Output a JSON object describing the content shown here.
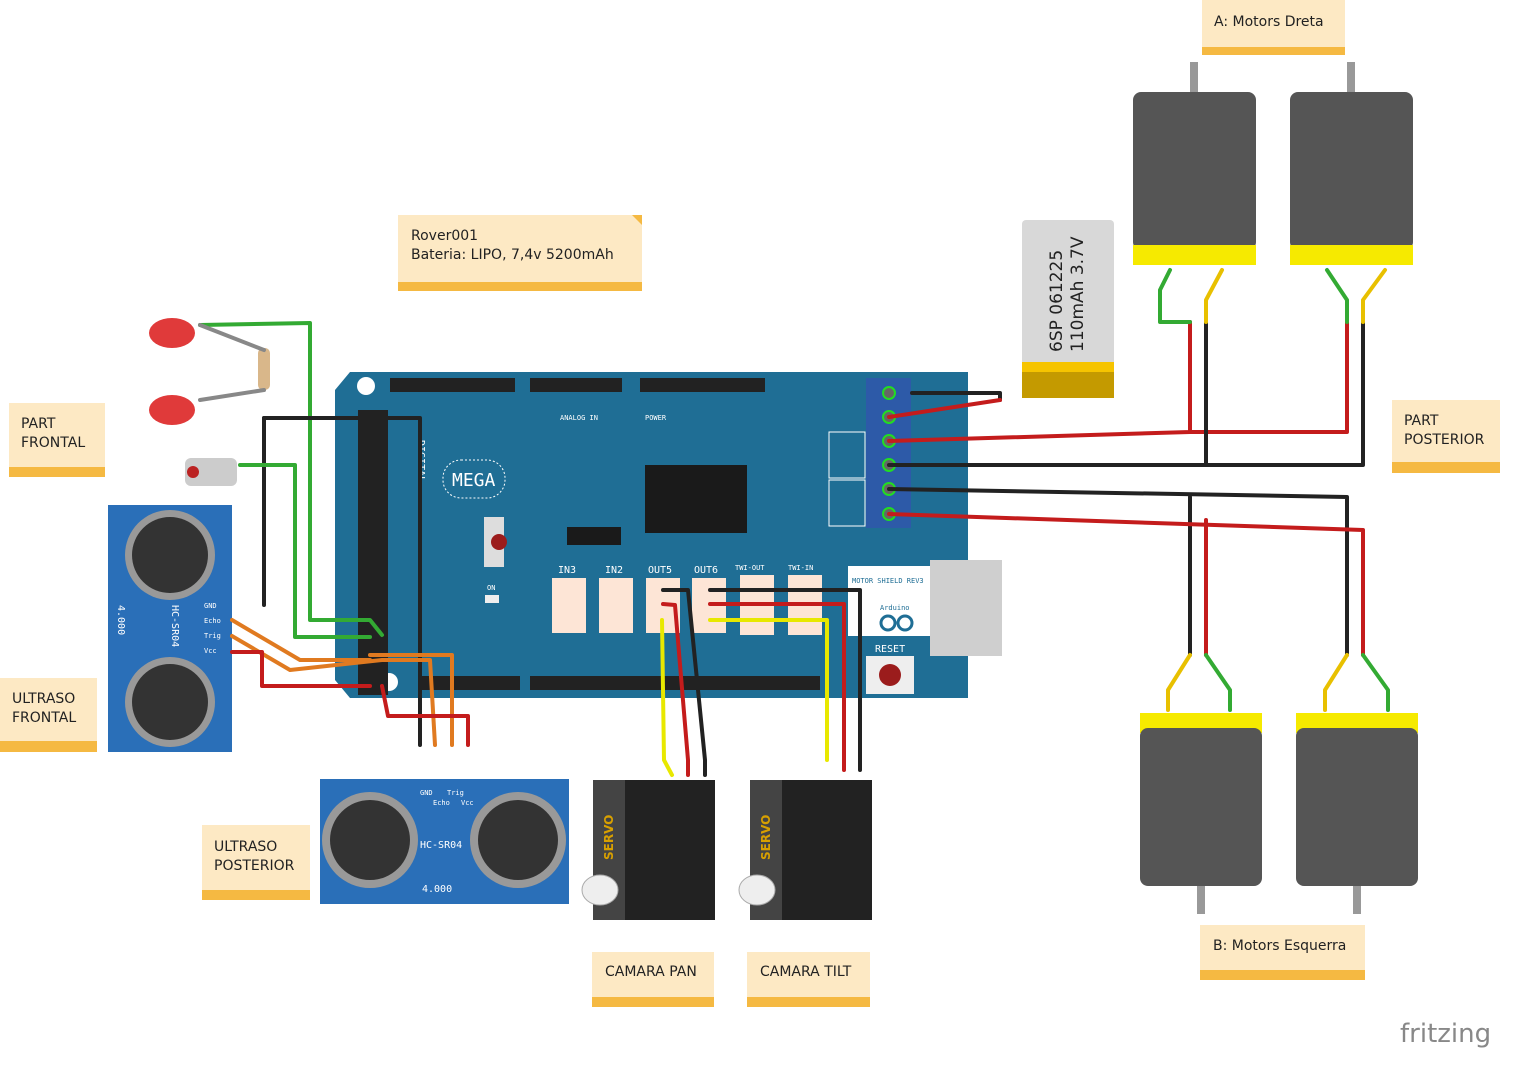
{
  "notes": {
    "motors_right": "A: Motors Dreta",
    "rover_line1": "Rover001",
    "rover_line2": "Bateria: LIPO, 7,4v 5200mAh",
    "front_line1": "PART",
    "front_line2": "FRONTAL",
    "rear_line1": "PART",
    "rear_line2": "POSTERIOR",
    "us_front_line1": "ULTRASO",
    "us_front_line2": "FRONTAL",
    "us_rear_line1": "ULTRASO",
    "us_rear_line2": "POSTERIOR",
    "cam_pan": "CAMARA PAN",
    "cam_tilt": "CAMARA TILT",
    "motors_left": "B: Motors Esquerra"
  },
  "battery": {
    "line1": "6SP 061225",
    "line2": "110mAh 3.7V"
  },
  "board": {
    "digital": "DIGITAL",
    "mega": "MEGA",
    "reset": "RESET",
    "shield": "MOTOR SHIELD REV3",
    "brand": "Arduino",
    "analog": "ANALOG IN",
    "power": "POWER",
    "on": "ON",
    "connectors": [
      "IN3",
      "IN2",
      "OUT5",
      "OUT6",
      "TWI-OUT",
      "TWI-IN"
    ]
  },
  "sensor": {
    "model": "HC-SR04",
    "crystal": "4.000",
    "pins": [
      "GND",
      "Echo",
      "Trig",
      "Vcc"
    ]
  },
  "servo": {
    "label": "SERVO"
  },
  "logo": "fritzing",
  "colors": {
    "board": "#1f6e95",
    "note": "#fde9c4",
    "note_bar": "#f5b942",
    "sensor": "#2a6fb8",
    "motor": "#555555",
    "motor_cap": "#f6ea00"
  }
}
